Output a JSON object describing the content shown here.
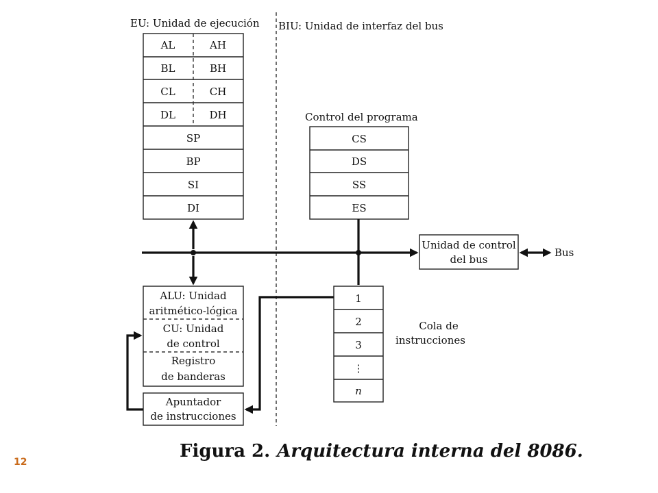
{
  "eu_title": "EU: Unidad de ejecución",
  "biu_title": "BIU: Unidad de interfaz del bus",
  "general_registers": [
    {
      "low": "AL",
      "high": "AH"
    },
    {
      "low": "BL",
      "high": "BH"
    },
    {
      "low": "CL",
      "high": "CH"
    },
    {
      "low": "DL",
      "high": "DH"
    }
  ],
  "pointer_registers": [
    "SP",
    "BP",
    "SI",
    "DI"
  ],
  "program_control_title": "Control del programa",
  "segment_registers": [
    "CS",
    "DS",
    "SS",
    "ES"
  ],
  "bus_control_unit": {
    "line1": "Unidad de control",
    "line2": "del bus"
  },
  "bus_label": "Bus",
  "alu": {
    "line1": "ALU: Unidad",
    "line2": "aritmético-lógica"
  },
  "cu": {
    "line1": "CU: Unidad",
    "line2": "de control"
  },
  "flags": {
    "line1": "Registro",
    "line2": "de banderas"
  },
  "instruction_pointer": {
    "line1": "Apuntador",
    "line2": "de instrucciones"
  },
  "queue_title": {
    "line1": "Cola de",
    "line2": "instrucciones"
  },
  "queue_slots": [
    "1",
    "2",
    "3",
    "⋮",
    "n"
  ],
  "caption": {
    "prefix": "Figura 2.",
    "title": "Arquitectura interna del 8086."
  },
  "page_number": "12"
}
